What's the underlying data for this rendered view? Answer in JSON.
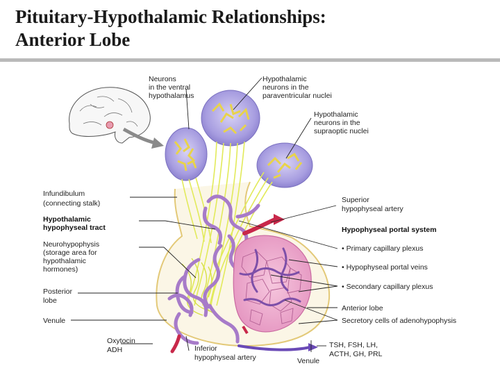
{
  "title": {
    "line1": "Pituitary-Hypothalamic Relationships:",
    "line2": "Anterior Lobe"
  },
  "labels": {
    "neurons_ventral": [
      "Neurons",
      "in the ventral",
      "hypothalamus"
    ],
    "paraventricular": [
      "Hypothalamic",
      "neurons in the",
      "paraventricular nuclei"
    ],
    "supraoptic": [
      "Hypothalamic",
      "neurons in the",
      "supraoptic nuclei"
    ],
    "infundibulum": [
      "Infundibulum",
      "(connecting stalk)"
    ],
    "hypothalamic_tract": [
      "Hypothalamic",
      "hypophyseal tract"
    ],
    "neurohypophysis": [
      "Neurohypophysis",
      "(storage area for",
      "hypothalamic",
      "hormones)"
    ],
    "posterior_lobe": [
      "Posterior",
      "lobe"
    ],
    "venule_left": "Venule",
    "oxytocin": [
      "Oxytocin",
      "ADH"
    ],
    "inferior_artery": [
      "Inferior",
      "hypophyseal artery"
    ],
    "venule_bottom": "Venule",
    "superior_artery": [
      "Superior",
      "hypophyseal artery"
    ],
    "portal_system": "Hypophyseal portal system",
    "primary_plexus": "• Primary capillary plexus",
    "portal_veins": "• Hypophyseal portal veins",
    "secondary_plexus": "• Secondary capillary plexus",
    "anterior_lobe": "Anterior lobe",
    "secretory_cells": "Secretory cells of adenohypophysis",
    "hormones": [
      "TSH, FSH, LH,",
      "ACTH, GH, PRL"
    ]
  },
  "colors": {
    "nucleus_fill": "#9a8fd6",
    "axon": "#e2ea5a",
    "vessel": "#a77bc9",
    "artery": "#c8284a",
    "anterior": "#e9a6c8",
    "capsule": "#e6c97a"
  }
}
